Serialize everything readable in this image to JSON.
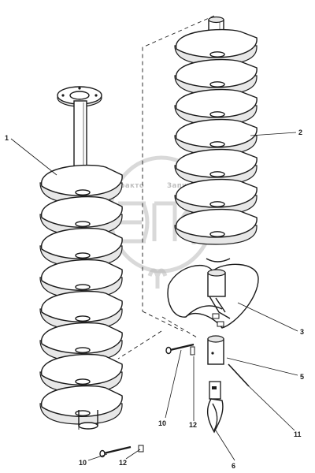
{
  "callouts": [
    {
      "id": "c1",
      "text": "1"
    },
    {
      "id": "c2",
      "text": "2"
    },
    {
      "id": "c3",
      "text": "3"
    },
    {
      "id": "c5",
      "text": "5"
    },
    {
      "id": "c6",
      "text": "6"
    },
    {
      "id": "c10a",
      "text": "10"
    },
    {
      "id": "c10b",
      "text": "10"
    },
    {
      "id": "c11",
      "text": "11"
    },
    {
      "id": "c12a",
      "text": "12"
    },
    {
      "id": "c12b",
      "text": "12"
    }
  ],
  "watermark": {
    "caption_left": "Тракто",
    "caption_right": "Запчасти",
    "logo_letters": "ЭПФ"
  },
  "colors": {
    "ink": "#1a1a1a",
    "watermark": "#b9b9b9"
  }
}
